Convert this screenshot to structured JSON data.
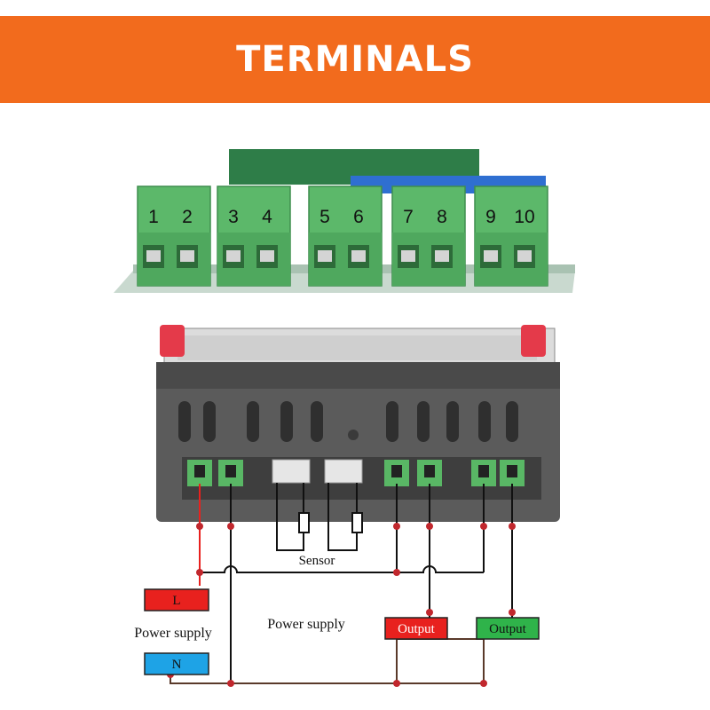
{
  "banner": {
    "title": "TERMINALS",
    "color": "#f26b1d"
  },
  "terminal_numbers": [
    "1",
    "2",
    "3",
    "4",
    "5",
    "6",
    "7",
    "8",
    "9",
    "10"
  ],
  "wiring": {
    "sensor_label": "Sensor",
    "center_label": "Power supply",
    "left_label": "Power supply",
    "live": {
      "label": "L",
      "color": "#e8211e"
    },
    "neutral": {
      "label": "N",
      "color": "#1ea3e6"
    },
    "output_1": {
      "label": "Output",
      "color": "#e8211e"
    },
    "output_2": {
      "label": "Output",
      "color": "#2fb34a"
    }
  },
  "colors": {
    "terminal_green": "#5cb86a",
    "pcb_green": "#2e7d48",
    "relay_blue": "#2f6fd1",
    "housing": "#5a5a5a",
    "wire_red": "#e8211e",
    "wire_dark": "#5a3a2a"
  }
}
